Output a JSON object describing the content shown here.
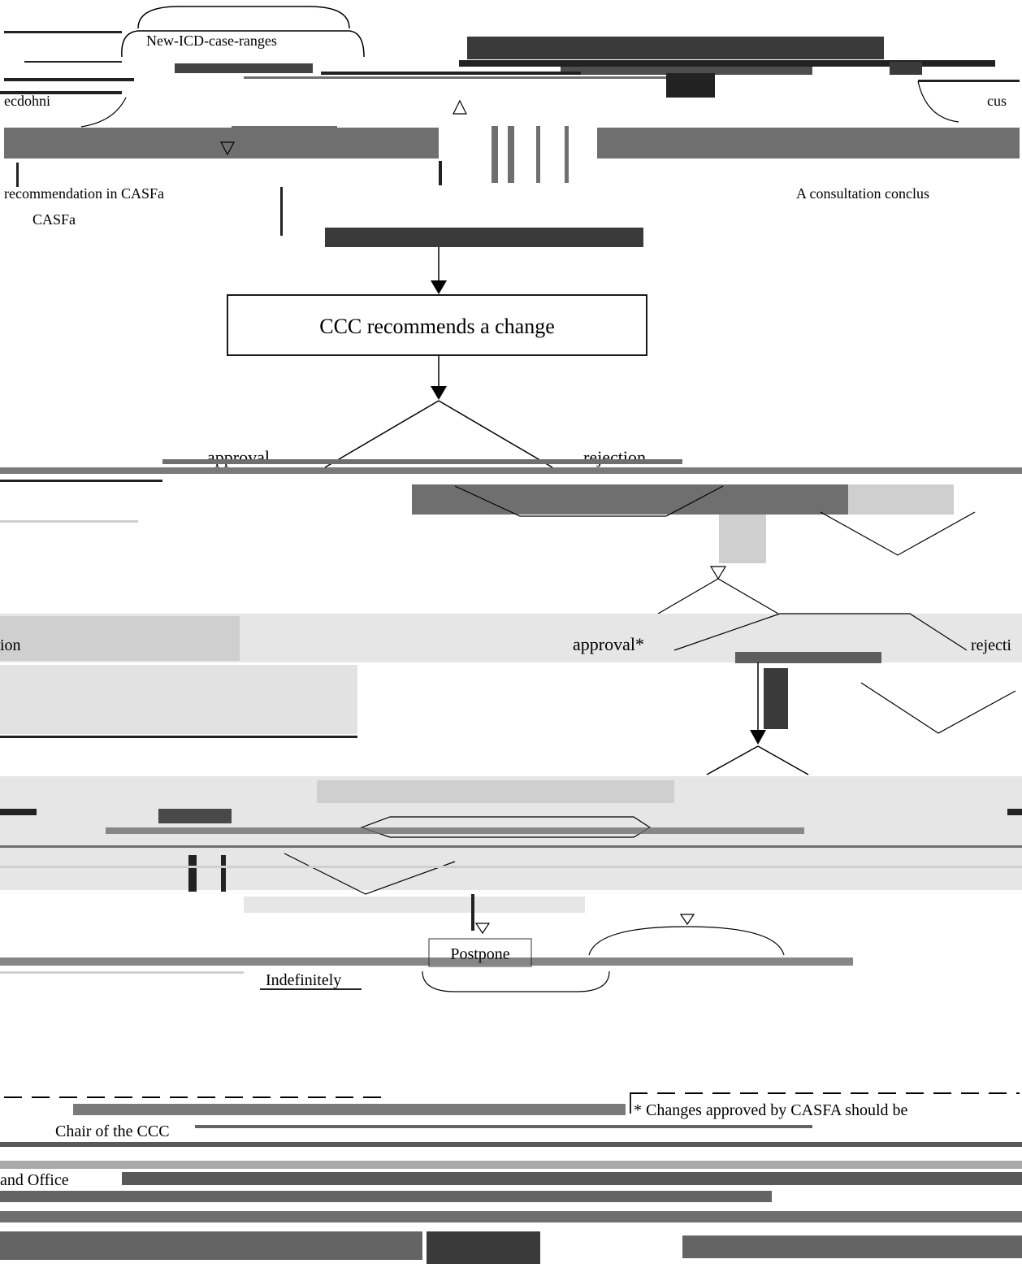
{
  "diagram": {
    "nodes": {
      "new_case_top": "New-ICD-case-ranges",
      "ccc_recommends": "CCC recommends a change",
      "postpone": "Postpone",
      "indefinitely": "Indefinitely",
      "casfa_label": "CASFa"
    },
    "edge_labels": {
      "approval_1": "approval",
      "rejection_1": "rejection",
      "approval_2": "approval*"
    },
    "fragments": {
      "left_column_top": "ecdohni",
      "right_column_top": "cus",
      "left_para": "recommendation in CASFa",
      "right_para": "A consultation conclus",
      "left_mid": "ion",
      "right_mid": "rejecti"
    },
    "footnotes": {
      "note_star": "* Changes approved by CASFA should be",
      "note_ccc": "Chair of the CCC",
      "note_2": "and Office"
    }
  }
}
